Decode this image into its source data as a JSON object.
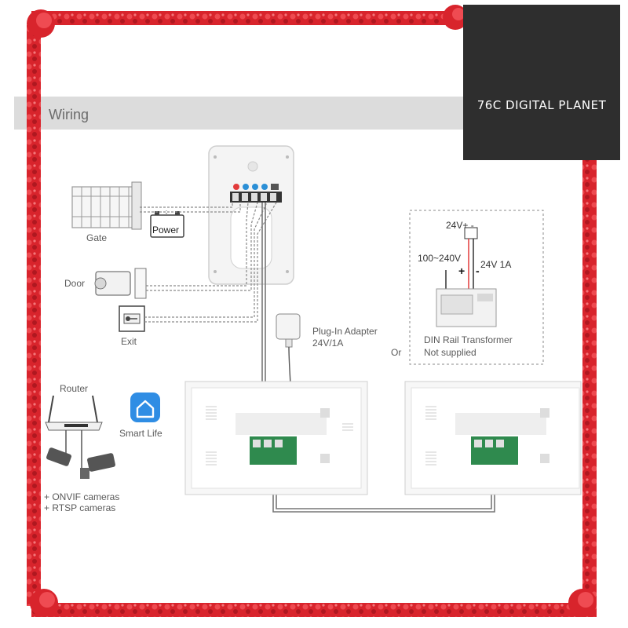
{
  "header": {
    "title": "Wiring"
  },
  "brand": {
    "name": "76C DIGITAL PLANET",
    "bg_color": "#2e2e2e",
    "text_color": "#ffffff",
    "icon": "robot-head-icon"
  },
  "frame": {
    "border_color": "#d8242c",
    "decoration": "red-rose-border"
  },
  "labels": {
    "gate": "Gate",
    "power": "Power",
    "door": "Door",
    "exit": "Exit",
    "router": "Router",
    "smart_life": "Smart Life",
    "cameras_line1": "+ ONVIF cameras",
    "cameras_line2": "+ RTSP cameras",
    "plugin_adapter_line1": "Plug-In Adapter",
    "plugin_adapter_line2": "24V/1A",
    "or": "Or",
    "din_line1": "DIN Rail Transformer",
    "din_line2": "Not supplied",
    "din_24v": "24V+ -",
    "din_input": "100~240V",
    "din_output": "24V 1A",
    "plus": "+",
    "minus": "-"
  },
  "icons": [
    "gate-icon",
    "battery-power-icon",
    "door-lock-icon",
    "exit-button-icon",
    "router-icon",
    "smart-life-app-icon",
    "cctv-camera-icon",
    "plug-in-adapter-icon",
    "din-rail-transformer-icon",
    "doorbell-panel-icon",
    "monitor-icon"
  ]
}
